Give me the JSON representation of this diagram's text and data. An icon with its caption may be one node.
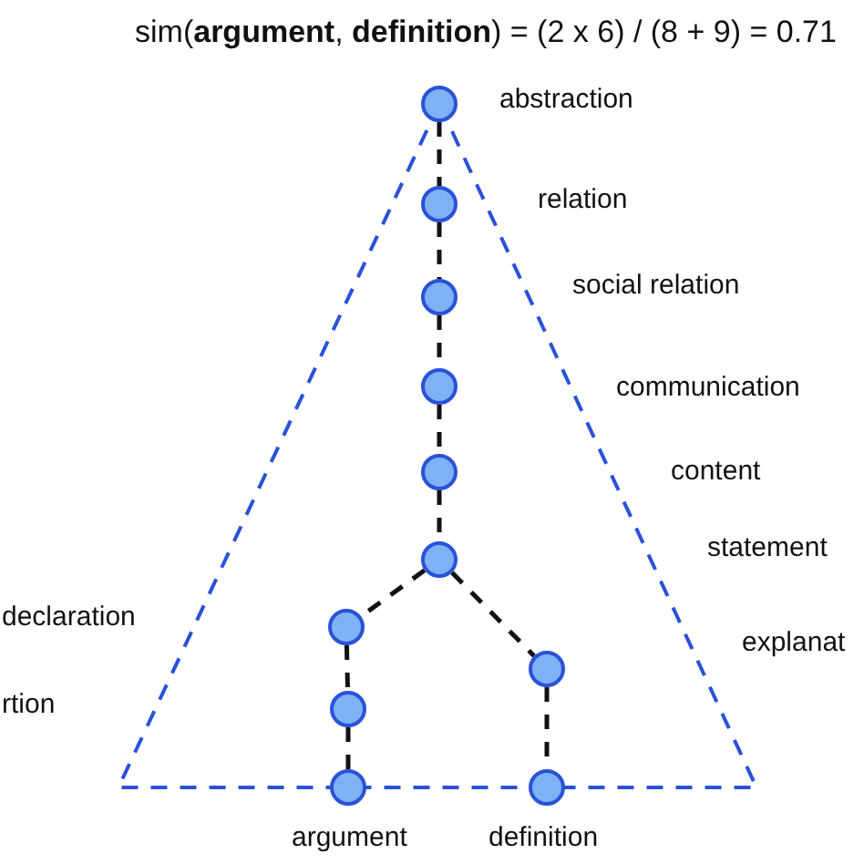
{
  "diagram": {
    "title": "sim(**argument**, **definition**)  = (2 x 6) / (8 + 9) = 0.71",
    "nodes": [
      {
        "text": [],
        "shape": "circle",
        "beside": [
          "abstraction"
        ]
      },
      {
        "text": [],
        "shape": "circle",
        "beside": [
          "relation"
        ]
      },
      {
        "text": [],
        "shape": "circle"
      },
      {
        "text": [],
        "shape": "circle"
      },
      {
        "text": [],
        "shape": "circle"
      },
      {
        "text": [],
        "shape": "circle"
      },
      {
        "text": [],
        "shape": "circle"
      },
      {
        "text": [],
        "shape": "circle"
      },
      {
        "text": [],
        "shape": "circle",
        "beside": [
          "argument"
        ]
      },
      {
        "text": [],
        "shape": "circle"
      },
      {
        "text": [],
        "shape": "circle",
        "beside": [
          "definition"
        ]
      }
    ],
    "edges": [
      {
        "from": 0,
        "to": 1,
        "arrow": "none",
        "style": "dashed"
      },
      {
        "from": 1,
        "to": 2,
        "arrow": "none",
        "style": "dashed"
      },
      {
        "from": 2,
        "to": 3,
        "arrow": "none",
        "style": "dashed"
      },
      {
        "from": 3,
        "to": 4,
        "arrow": "none",
        "style": "dashed"
      },
      {
        "from": 4,
        "to": 5,
        "arrow": "none",
        "style": "dashed"
      },
      {
        "from": 5,
        "to": 6,
        "arrow": "none",
        "style": "dashed"
      },
      {
        "from": 6,
        "to": 7,
        "arrow": "none",
        "style": "dashed"
      },
      {
        "from": 7,
        "to": 8,
        "arrow": "none",
        "style": "dashed"
      },
      {
        "from": 5,
        "to": 9,
        "arrow": "none",
        "style": "dashed"
      },
      {
        "from": 9,
        "to": 10,
        "arrow": "none",
        "style": "dashed"
      }
    ],
    "labels": [
      "social relation",
      "communication",
      "content",
      "statement",
      "declaration",
      "explanat",
      "rtion"
    ]
  }
}
